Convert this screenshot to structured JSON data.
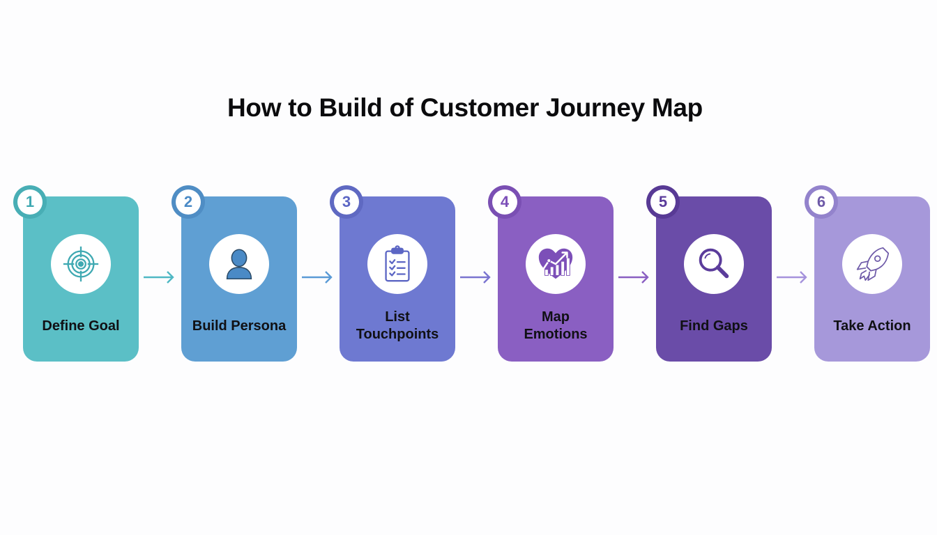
{
  "title": "How to Build of Customer Journey Map",
  "steps": [
    {
      "number": "1",
      "label": "Define Goal",
      "icon": "target-icon",
      "color": "#5bbfc6",
      "ring": "#48aeb5",
      "text": "#3fa9b2"
    },
    {
      "number": "2",
      "label": "Build Persona",
      "icon": "person-icon",
      "color": "#5f9fd3",
      "ring": "#4f8dc4",
      "text": "#4a8ac6"
    },
    {
      "number": "3",
      "label": "List Touchpoints",
      "icon": "clipboard-checklist-icon",
      "color": "#6e79d1",
      "ring": "#5f69c2",
      "text": "#5c66c4"
    },
    {
      "number": "4",
      "label": "Map Emotions",
      "icon": "heart-chart-icon",
      "color": "#8a5fc2",
      "ring": "#7a4fb3",
      "text": "#7c4fb8"
    },
    {
      "number": "5",
      "label": "Find Gaps",
      "icon": "magnifier-icon",
      "color": "#6a4ca8",
      "ring": "#583a95",
      "text": "#5b3c9b"
    },
    {
      "number": "6",
      "label": "Take Action",
      "icon": "rocket-icon",
      "color": "#a698da",
      "ring": "#9383cc",
      "text": "#6e5aa8"
    }
  ],
  "arrows": [
    {
      "from": "1",
      "to": "2",
      "color": "#4fb8c4"
    },
    {
      "from": "2",
      "to": "3",
      "color": "#5a9ad6"
    },
    {
      "from": "3",
      "to": "4",
      "color": "#7a74d0"
    },
    {
      "from": "4",
      "to": "5",
      "color": "#8a5fc2"
    },
    {
      "from": "5",
      "to": "6",
      "color": "#a592dc"
    }
  ]
}
